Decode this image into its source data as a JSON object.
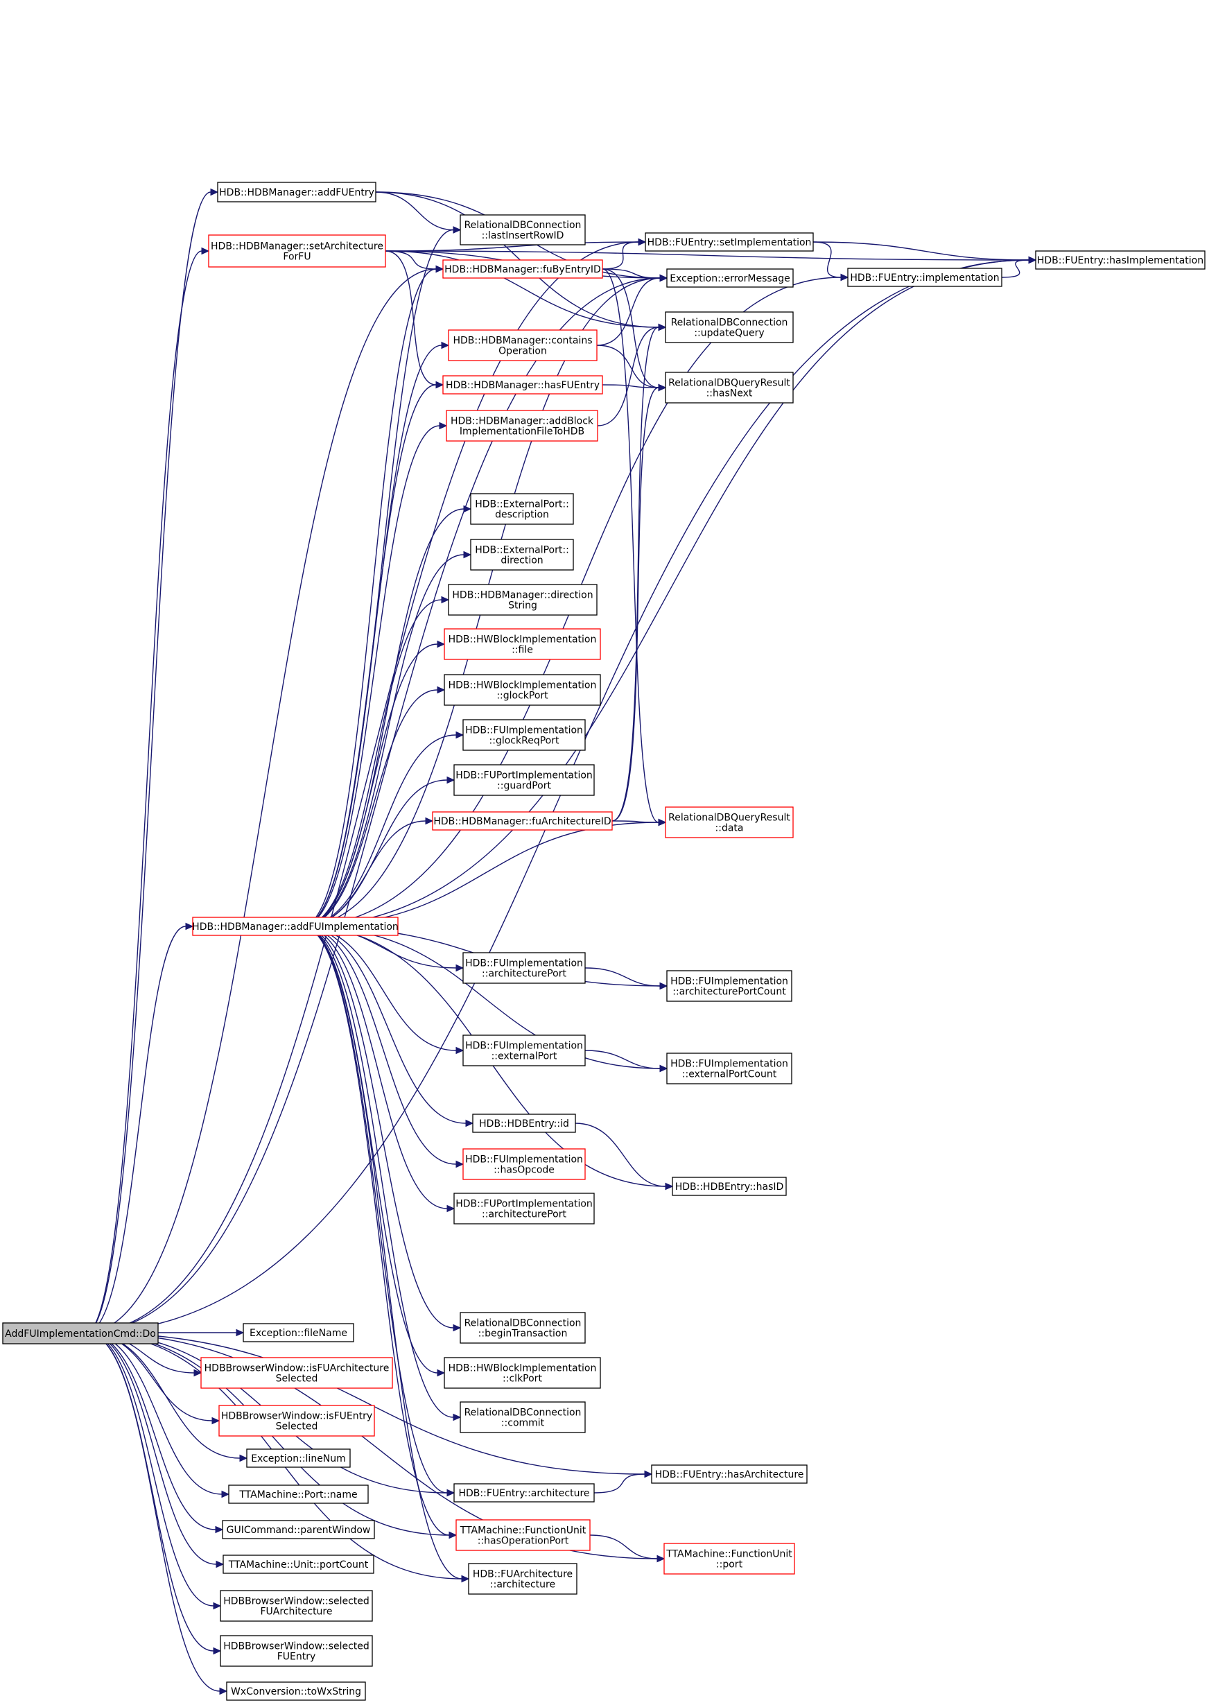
{
  "colors": {
    "edge": "#191970",
    "border_plain": "#000000",
    "border_truncated": "#ff0000",
    "root_fill": "#bfbfbf",
    "node_fill": "#ffffff"
  },
  "nodes": [
    {
      "id": "root",
      "lines": [
        "AddFUImplementationCmd::Do"
      ],
      "style": "root"
    },
    {
      "id": "addFUEntry",
      "lines": [
        "HDB::HDBManager::addFUEntry"
      ],
      "style": "plain"
    },
    {
      "id": "setArchForFU",
      "lines": [
        "HDB::HDBManager::setArchitecture",
        "ForFU"
      ],
      "style": "red"
    },
    {
      "id": "lastInsertRowID",
      "lines": [
        "RelationalDBConnection",
        "::lastInsertRowID"
      ],
      "style": "plain"
    },
    {
      "id": "fuByEntryID",
      "lines": [
        "HDB::HDBManager::fuByEntryID"
      ],
      "style": "red"
    },
    {
      "id": "containsOperation",
      "lines": [
        "HDB::HDBManager::contains",
        "Operation"
      ],
      "style": "red"
    },
    {
      "id": "hasFUEntry",
      "lines": [
        "HDB::HDBManager::hasFUEntry"
      ],
      "style": "red"
    },
    {
      "id": "addBlockImpl",
      "lines": [
        "HDB::HDBManager::addBlock",
        "ImplementationFileToHDB"
      ],
      "style": "red"
    },
    {
      "id": "epDescription",
      "lines": [
        "HDB::ExternalPort::",
        "description"
      ],
      "style": "plain"
    },
    {
      "id": "epDirection",
      "lines": [
        "HDB::ExternalPort::",
        "direction"
      ],
      "style": "plain"
    },
    {
      "id": "directionString",
      "lines": [
        "HDB::HDBManager::direction",
        "String"
      ],
      "style": "plain"
    },
    {
      "id": "hwFile",
      "lines": [
        "HDB::HWBlockImplementation",
        "::file"
      ],
      "style": "red"
    },
    {
      "id": "glockPort",
      "lines": [
        "HDB::HWBlockImplementation",
        "::glockPort"
      ],
      "style": "plain"
    },
    {
      "id": "glockReqPort",
      "lines": [
        "HDB::FUImplementation",
        "::glockReqPort"
      ],
      "style": "plain"
    },
    {
      "id": "guardPort",
      "lines": [
        "HDB::FUPortImplementation",
        "::guardPort"
      ],
      "style": "plain"
    },
    {
      "id": "fuArchitectureID",
      "lines": [
        "HDB::HDBManager::fuArchitectureID"
      ],
      "style": "red"
    },
    {
      "id": "addFUImpl",
      "lines": [
        "HDB::HDBManager::addFUImplementation"
      ],
      "style": "red"
    },
    {
      "id": "fuiArchPort",
      "lines": [
        "HDB::FUImplementation",
        "::architecturePort"
      ],
      "style": "plain"
    },
    {
      "id": "fuiExtPort",
      "lines": [
        "HDB::FUImplementation",
        "::externalPort"
      ],
      "style": "plain"
    },
    {
      "id": "entryId",
      "lines": [
        "HDB::HDBEntry::id"
      ],
      "style": "plain"
    },
    {
      "id": "hasOpcode",
      "lines": [
        "HDB::FUImplementation",
        "::hasOpcode"
      ],
      "style": "red"
    },
    {
      "id": "fupiArchPort",
      "lines": [
        "HDB::FUPortImplementation",
        "::architecturePort"
      ],
      "style": "plain"
    },
    {
      "id": "beginTransaction",
      "lines": [
        "RelationalDBConnection",
        "::beginTransaction"
      ],
      "style": "plain"
    },
    {
      "id": "clkPort",
      "lines": [
        "HDB::HWBlockImplementation",
        "::clkPort"
      ],
      "style": "plain"
    },
    {
      "id": "commit",
      "lines": [
        "RelationalDBConnection",
        "::commit"
      ],
      "style": "plain"
    },
    {
      "id": "fuEntryArch",
      "lines": [
        "HDB::FUEntry::architecture"
      ],
      "style": "plain"
    },
    {
      "id": "hasOperationPort",
      "lines": [
        "TTAMachine::FunctionUnit",
        "::hasOperationPort"
      ],
      "style": "red"
    },
    {
      "id": "fuArchArch",
      "lines": [
        "HDB::FUArchitecture",
        "::architecture"
      ],
      "style": "plain"
    },
    {
      "id": "excFileName",
      "lines": [
        "Exception::fileName"
      ],
      "style": "plain"
    },
    {
      "id": "isFUArchSel",
      "lines": [
        "HDBBrowserWindow::isFUArchitecture",
        "Selected"
      ],
      "style": "red"
    },
    {
      "id": "isFUEntrySel",
      "lines": [
        "HDBBrowserWindow::isFUEntry",
        "Selected"
      ],
      "style": "red"
    },
    {
      "id": "excLineNum",
      "lines": [
        "Exception::lineNum"
      ],
      "style": "plain"
    },
    {
      "id": "portName",
      "lines": [
        "TTAMachine::Port::name"
      ],
      "style": "plain"
    },
    {
      "id": "parentWindow",
      "lines": [
        "GUICommand::parentWindow"
      ],
      "style": "plain"
    },
    {
      "id": "portCount",
      "lines": [
        "TTAMachine::Unit::portCount"
      ],
      "style": "plain"
    },
    {
      "id": "selFUArch",
      "lines": [
        "HDBBrowserWindow::selected",
        "FUArchitecture"
      ],
      "style": "plain"
    },
    {
      "id": "selFUEntry",
      "lines": [
        "HDBBrowserWindow::selected",
        "FUEntry"
      ],
      "style": "plain"
    },
    {
      "id": "toWxString",
      "lines": [
        "WxConversion::toWxString"
      ],
      "style": "plain"
    },
    {
      "id": "setImplementation",
      "lines": [
        "HDB::FUEntry::setImplementation"
      ],
      "style": "plain"
    },
    {
      "id": "errorMessage",
      "lines": [
        "Exception::errorMessage"
      ],
      "style": "plain"
    },
    {
      "id": "updateQuery",
      "lines": [
        "RelationalDBConnection",
        "::updateQuery"
      ],
      "style": "plain"
    },
    {
      "id": "hasNext",
      "lines": [
        "RelationalDBQueryResult",
        "::hasNext"
      ],
      "style": "plain"
    },
    {
      "id": "qrData",
      "lines": [
        "RelationalDBQueryResult",
        "::data"
      ],
      "style": "red"
    },
    {
      "id": "archPortCount",
      "lines": [
        "HDB::FUImplementation",
        "::architecturePortCount"
      ],
      "style": "plain"
    },
    {
      "id": "extPortCount",
      "lines": [
        "HDB::FUImplementation",
        "::externalPortCount"
      ],
      "style": "plain"
    },
    {
      "id": "hasID",
      "lines": [
        "HDB::HDBEntry::hasID"
      ],
      "style": "plain"
    },
    {
      "id": "hasArchitecture",
      "lines": [
        "HDB::FUEntry::hasArchitecture"
      ],
      "style": "plain"
    },
    {
      "id": "fuPort",
      "lines": [
        "TTAMachine::FunctionUnit",
        "::port"
      ],
      "style": "red"
    },
    {
      "id": "fuEntryImpl",
      "lines": [
        "HDB::FUEntry::implementation"
      ],
      "style": "plain"
    },
    {
      "id": "hasImplementation",
      "lines": [
        "HDB::FUEntry::hasImplementation"
      ],
      "style": "plain"
    }
  ],
  "edges": [
    [
      "root",
      "addFUEntry"
    ],
    [
      "root",
      "setArchForFU"
    ],
    [
      "root",
      "addFUImpl"
    ],
    [
      "root",
      "setImplementation"
    ],
    [
      "root",
      "errorMessage"
    ],
    [
      "root",
      "hasImplementation"
    ],
    [
      "root",
      "excFileName"
    ],
    [
      "root",
      "isFUArchSel"
    ],
    [
      "root",
      "isFUEntrySel"
    ],
    [
      "root",
      "excLineNum"
    ],
    [
      "root",
      "portName"
    ],
    [
      "root",
      "parentWindow"
    ],
    [
      "root",
      "portCount"
    ],
    [
      "root",
      "selFUArch"
    ],
    [
      "root",
      "selFUEntry"
    ],
    [
      "root",
      "toWxString"
    ],
    [
      "root",
      "fuEntryArch"
    ],
    [
      "root",
      "hasArchitecture"
    ],
    [
      "root",
      "fuArchArch"
    ],
    [
      "root",
      "fuPort"
    ],
    [
      "root",
      "hasOperationPort"
    ],
    [
      "root",
      "fuByEntryID"
    ],
    [
      "addFUEntry",
      "lastInsertRowID"
    ],
    [
      "addFUEntry",
      "errorMessage"
    ],
    [
      "addFUEntry",
      "updateQuery"
    ],
    [
      "setArchForFU",
      "fuByEntryID"
    ],
    [
      "setArchForFU",
      "hasFUEntry"
    ],
    [
      "setArchForFU",
      "errorMessage"
    ],
    [
      "setArchForFU",
      "updateQuery"
    ],
    [
      "setArchForFU",
      "hasImplementation"
    ],
    [
      "setArchForFU",
      "setImplementation"
    ],
    [
      "fuByEntryID",
      "errorMessage"
    ],
    [
      "fuByEntryID",
      "hasNext"
    ],
    [
      "fuByEntryID",
      "qrData"
    ],
    [
      "fuByEntryID",
      "setImplementation"
    ],
    [
      "containsOperation",
      "errorMessage"
    ],
    [
      "containsOperation",
      "hasNext"
    ],
    [
      "hasFUEntry",
      "hasNext"
    ],
    [
      "addBlockImpl",
      "updateQuery"
    ],
    [
      "fuArchitectureID",
      "qrData"
    ],
    [
      "fuArchitectureID",
      "hasNext"
    ],
    [
      "fuArchitectureID",
      "updateQuery"
    ],
    [
      "setImplementation",
      "fuEntryImpl"
    ],
    [
      "setImplementation",
      "hasImplementation"
    ],
    [
      "fuEntryImpl",
      "hasImplementation"
    ],
    [
      "fuiArchPort",
      "archPortCount"
    ],
    [
      "fuiExtPort",
      "extPortCount"
    ],
    [
      "entryId",
      "hasID"
    ],
    [
      "fuEntryArch",
      "hasArchitecture"
    ],
    [
      "hasOperationPort",
      "fuPort"
    ],
    [
      "addFUImpl",
      "lastInsertRowID"
    ],
    [
      "addFUImpl",
      "fuByEntryID"
    ],
    [
      "addFUImpl",
      "containsOperation"
    ],
    [
      "addFUImpl",
      "hasFUEntry"
    ],
    [
      "addFUImpl",
      "addBlockImpl"
    ],
    [
      "addFUImpl",
      "epDescription"
    ],
    [
      "addFUImpl",
      "epDirection"
    ],
    [
      "addFUImpl",
      "directionString"
    ],
    [
      "addFUImpl",
      "hwFile"
    ],
    [
      "addFUImpl",
      "glockPort"
    ],
    [
      "addFUImpl",
      "glockReqPort"
    ],
    [
      "addFUImpl",
      "guardPort"
    ],
    [
      "addFUImpl",
      "fuArchitectureID"
    ],
    [
      "addFUImpl",
      "errorMessage"
    ],
    [
      "addFUImpl",
      "qrData"
    ],
    [
      "addFUImpl",
      "fuEntryImpl"
    ],
    [
      "addFUImpl",
      "fuiArchPort"
    ],
    [
      "addFUImpl",
      "archPortCount"
    ],
    [
      "addFUImpl",
      "fuiExtPort"
    ],
    [
      "addFUImpl",
      "extPortCount"
    ],
    [
      "addFUImpl",
      "entryId"
    ],
    [
      "addFUImpl",
      "hasOpcode"
    ],
    [
      "addFUImpl",
      "fupiArchPort"
    ],
    [
      "addFUImpl",
      "hasID"
    ],
    [
      "addFUImpl",
      "hasImplementation"
    ],
    [
      "addFUImpl",
      "beginTransaction"
    ],
    [
      "addFUImpl",
      "clkPort"
    ],
    [
      "addFUImpl",
      "commit"
    ],
    [
      "addFUImpl",
      "fuEntryArch"
    ],
    [
      "addFUImpl",
      "hasOperationPort"
    ],
    [
      "addFUImpl",
      "fuArchArch"
    ]
  ]
}
